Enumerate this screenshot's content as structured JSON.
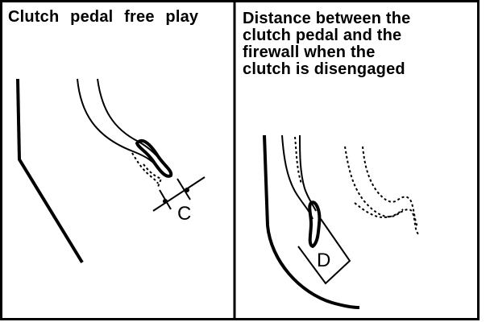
{
  "panels": [
    {
      "title": "Clutch pedal free play",
      "label": "C"
    },
    {
      "title": "Distance between the\nclutch pedal and the\nfirewall when the\nclutch is disengaged",
      "label": "D"
    }
  ],
  "colors": {
    "ink": "#000000",
    "paper": "#ffffff"
  }
}
